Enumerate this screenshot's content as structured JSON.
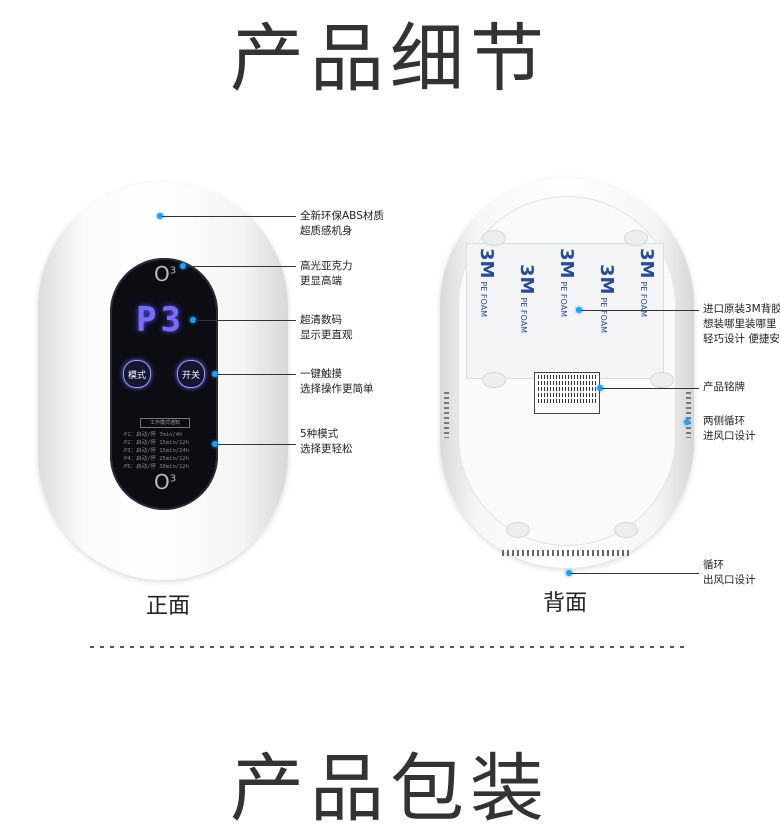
{
  "header": {
    "title": "产品细节",
    "next_title": "产品包装"
  },
  "front_view": {
    "caption": "正面",
    "o3_label": "O",
    "o3_sup": "3",
    "display_digits": "P3",
    "mode_button": "模式",
    "power_button": "开关",
    "mode_table_title": "工作模式通知",
    "mode_rows": [
      "P1：启动/停   7min/4h",
      "P2：启动/停  15min/12h",
      "P3：启动/停  15min/24h",
      "P4：启动/停  25min/12h",
      "P5：启动/停  30min/12h"
    ]
  },
  "back_view": {
    "caption": "背面",
    "foam_brand": "3M",
    "foam_text": "PE FOAM"
  },
  "callouts_front": [
    {
      "line1": "全新环保ABS材质",
      "line2": "超质感机身"
    },
    {
      "line1": "高光亚克力",
      "line2": "更显高端"
    },
    {
      "line1": "超清数码",
      "line2": "显示更直观"
    },
    {
      "line1": "一键触摸",
      "line2": "选择操作更简单"
    },
    {
      "line1": "5种模式",
      "line2": "选择更轻松"
    }
  ],
  "callouts_back": [
    {
      "line1": "进口原装3M背胶",
      "line2": "想装哪里装哪里",
      "line3": "轻巧设计 便捷安装"
    },
    {
      "line1": "产品铭牌"
    },
    {
      "line1": "两侧循环",
      "line2": "进风口设计"
    },
    {
      "line1": "循环",
      "line2": "出风口设计"
    }
  ],
  "colors": {
    "accent_dot": "#1aa0ff",
    "display_glow": "#7a6cff",
    "foam_print": "#2a4b9b"
  }
}
